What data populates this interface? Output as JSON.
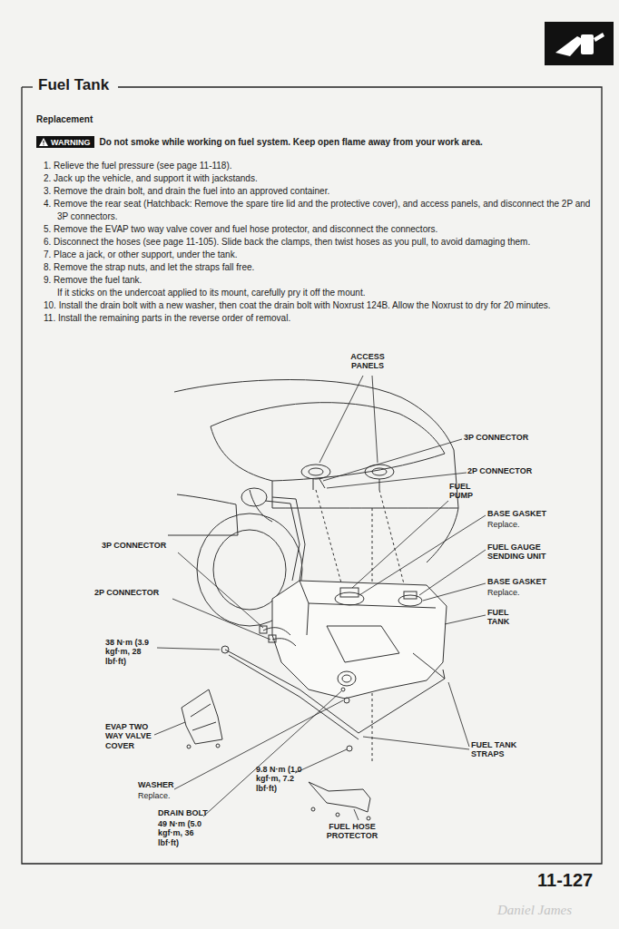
{
  "diagram": {
    "title": "Fuel Tank",
    "nodes": [
      {
        "text": [
          "WARNING"
        ]
      }
    ],
    "labels": [
      "Replacement",
      "Do not smoke while working on fuel system. Keep open flame away from your work area.",
      "1. Relieve the fuel pressure (see page 11-118).",
      "2. Jack up the vehicle, and support it with jackstands.",
      "3. Remove the drain bolt, and drain the fuel into an approved container.",
      "4. Remove the rear seat (Hatchback: Remove the spare tire lid and the protective cover), and access panels, and disconnect the 2P and 3P connectors.",
      "5. Remove the EVAP two way valve cover and fuel hose protector, and disconnect the connectors.",
      "6. Disconnect the hoses (see page 11-105). Slide back the clamps, then twist hoses as you pull, to avoid damaging them.",
      "7. Place a jack, or other support, under the tank.",
      "8. Remove the strap nuts, and let the straps fall free.",
      "9. Remove the fuel tank.",
      "If it sticks on the undercoat applied to its mount, carefully pry it off the mount.",
      "10. Install the drain bolt with a new washer, then coat the drain bolt with Noxrust 124B. Allow the Noxrust to dry for 20 minutes.",
      "11. Install the remaining parts in the reverse order of removal.",
      "ACCESS PANELS",
      "3P CONNECTOR",
      "2P CONNECTOR",
      "FUEL PUMP",
      "BASE GASKET",
      "Replace.",
      "FUEL GAUGE SENDING UNIT",
      "BASE GASKET",
      "Replace.",
      "FUEL TANK",
      "3P CONNECTOR",
      "2P CONNECTOR",
      "38 N·m (3.9 kgf·m, 28 lbf·ft)",
      "EVAP TWO WAY VALVE COVER",
      "WASHER",
      "Replace.",
      "DRAIN BOLT",
      "49 N·m (5.0 kgf·m, 36 lbf·ft)",
      "9.8 N·m (1.0 kgf·m, 7.2 lbf·ft)",
      "FUEL HOSE PROTECTOR",
      "FUEL TANK STRAPS",
      "11-127",
      "Daniel James"
    ]
  }
}
